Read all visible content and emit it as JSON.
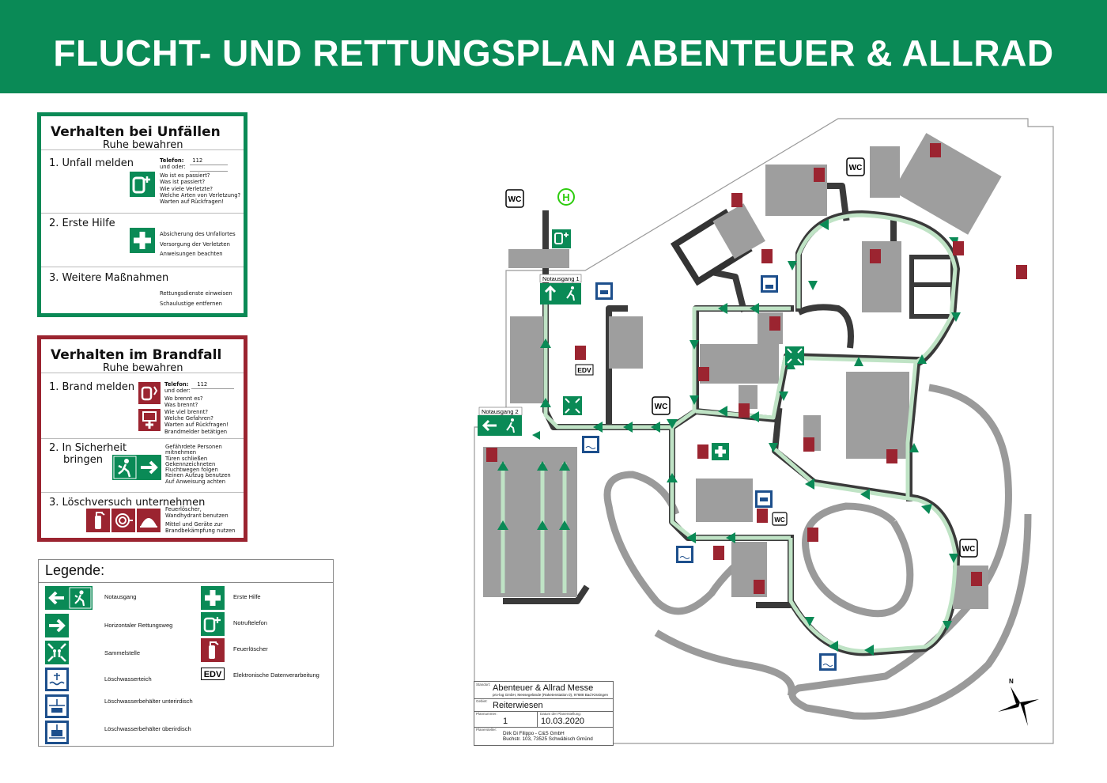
{
  "header": {
    "title": "FLUCHT- UND RETTUNGSPLAN ABENTEUER & ALLRAD"
  },
  "accident_box": {
    "title": "Verhalten bei Unfällen",
    "subtitle": "Ruhe bewahren",
    "step1": {
      "num": "1.",
      "label": "Unfall melden",
      "phone_label": "Telefon:",
      "phone": "112",
      "or": "und oder:",
      "lines": [
        "Wo ist es passiert?",
        "Was ist passiert?",
        "Wie viele Verletzte?",
        "Welche Arten von Verletzung?",
        "Warten auf Rückfragen!"
      ]
    },
    "step2": {
      "num": "2.",
      "label": "Erste Hilfe",
      "lines": [
        "Absicherung des Unfallortes",
        "Versorgung der Verletzten",
        "Anweisungen beachten"
      ]
    },
    "step3": {
      "num": "3.",
      "label": "Weitere Maßnahmen",
      "lines": [
        "Rettungsdienste einweisen",
        "Schaulustige entfernen"
      ]
    }
  },
  "fire_box": {
    "title": "Verhalten im Brandfall",
    "subtitle": "Ruhe bewahren",
    "step1": {
      "num": "1.",
      "label": "Brand melden",
      "phone_label": "Telefon:",
      "phone": "112",
      "or": "und oder:",
      "lines": [
        "Wo brennt es?",
        "Was brennt?",
        "Wie viel brennt?",
        "Welche Gefahren?",
        "Warten auf Rückfragen!"
      ],
      "note": "Brandmelder betätigen"
    },
    "step2": {
      "num": "2.",
      "label_line1": "In Sicherheit",
      "label_line2": "bringen",
      "lines": [
        "Gefährdete Personen",
        "mitnehmen",
        "Türen schließen",
        "Gekennzeichneten",
        "Fluchtwegen folgen",
        "Keinen Aufzug benutzen",
        "Auf Anweisung achten"
      ]
    },
    "step3": {
      "num": "3.",
      "label": "Löschversuch unternehmen",
      "lines1": [
        "Feuerlöscher,",
        "Wandhydrant benutzen"
      ],
      "lines2": [
        "Mittel und Geräte zur",
        "Brandbekämpfung nutzen"
      ]
    }
  },
  "legend": {
    "title": "Legende:",
    "left": [
      "Notausgang",
      "Horizontaler Rettungsweg",
      "Sammelstelle",
      "Löschwasserteich",
      "Löschwasserbehälter unterirdisch",
      "Löschwasserbehälter überirdisch"
    ],
    "right": [
      "Erste Hilfe",
      "Notruftelefon",
      "Feuerlöscher",
      "Elektronische Datenverarbeitung"
    ],
    "edv_label": "EDV"
  },
  "map": {
    "exit1_label": "Notausgang 1",
    "exit2_label": "Notausgang 2",
    "wc_label": "WC",
    "edv_label": "EDV",
    "heli_label": "H",
    "north_label": "N"
  },
  "title_block": {
    "standort_key": "Standort:",
    "standort": "Abenteuer & Allrad Messe",
    "address": "pro-log GmbH, Messegelände (Raketenstation 0), 97688 Bad Kissingen",
    "gebiet_key": "Gebiet:",
    "gebiet": "Reiterwiesen",
    "plannummer_key": "Plannummer:",
    "plannummer": "1",
    "datum_key": "Datum der Planerstellung:",
    "datum": "10.03.2020",
    "ersteller_key": "Planersteller:",
    "ersteller1": "Dirk Di Filippo - C&S GmbH",
    "ersteller2": "Buchstr. 103, 73525 Schwäbisch Gmünd"
  },
  "colors": {
    "safety_green": "#0a8a56",
    "fire_red": "#9b2430",
    "water_blue": "#1d4f8c",
    "road": "#3a3a3a",
    "building": "#9e9e9e",
    "route": "#bfe3c5"
  }
}
